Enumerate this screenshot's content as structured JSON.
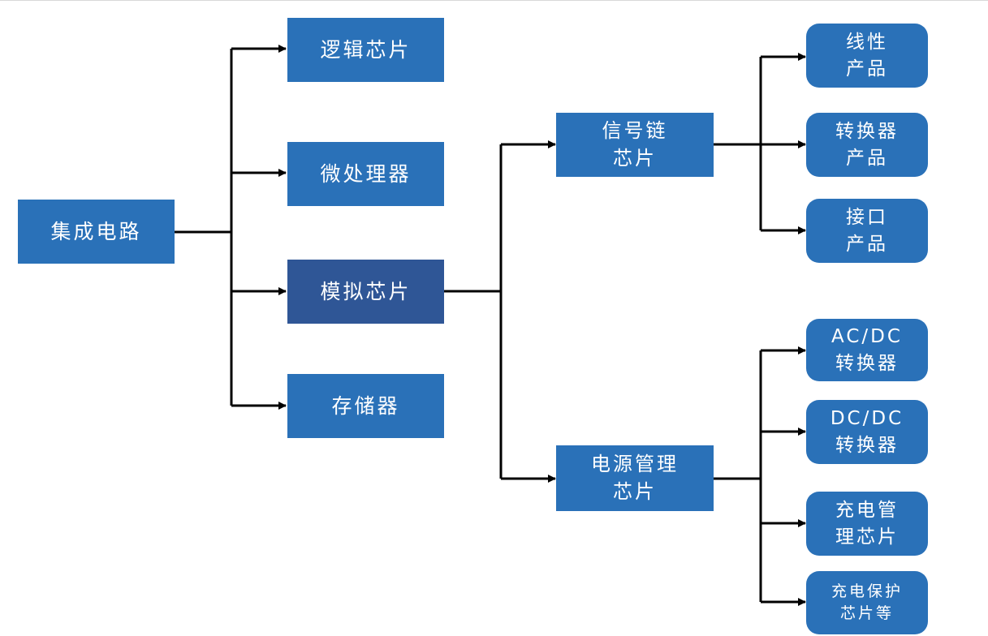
{
  "colors": {
    "node": "#2a71b8",
    "node_selected": "#2f5696",
    "edge": "#000000",
    "text": "#ffffff"
  },
  "nodes": {
    "root": {
      "lines": [
        "集成电路"
      ]
    },
    "logic": {
      "lines": [
        "逻辑芯片"
      ]
    },
    "micro": {
      "lines": [
        "微处理器"
      ]
    },
    "analog": {
      "lines": [
        "模拟芯片"
      ]
    },
    "memory": {
      "lines": [
        "存储器"
      ]
    },
    "signal_chain": {
      "lines": [
        "信号链",
        "芯片"
      ]
    },
    "power_mgmt": {
      "lines": [
        "电源管理",
        "芯片"
      ]
    },
    "linear": {
      "lines": [
        "线性",
        "产品"
      ]
    },
    "converter": {
      "lines": [
        "转换器",
        "产品"
      ]
    },
    "interface": {
      "lines": [
        "接口",
        "产品"
      ]
    },
    "acdc": {
      "lines": [
        "AC/DC",
        "转换器"
      ]
    },
    "dcdc": {
      "lines": [
        "DC/DC",
        "转换器"
      ]
    },
    "charge_mgmt": {
      "lines": [
        "充电管",
        "理芯片"
      ]
    },
    "charge_protect": {
      "lines": [
        "充电保护",
        "芯片等"
      ]
    }
  }
}
